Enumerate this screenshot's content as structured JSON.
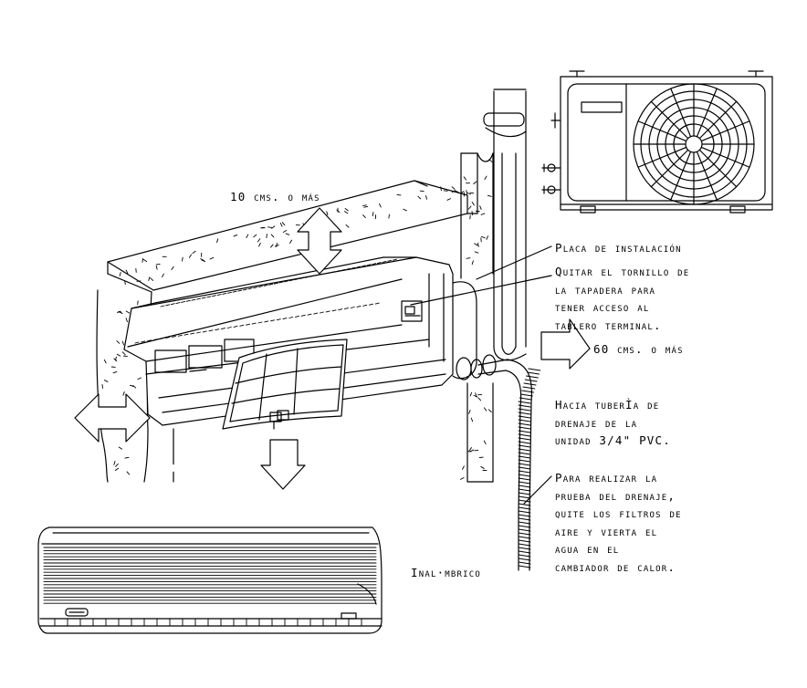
{
  "labels": {
    "clearance_top": "10 cms. o más",
    "mounting_plate": "Placa de instalación",
    "screw_note": [
      "Quitar el tornillo de",
      "la tapadera para",
      "tener acceso al",
      "tablero terminal."
    ],
    "clearance_side": "60 cms. o más",
    "drain_note": [
      "Hacia tuberÌa de",
      "drenaje de la",
      "unidad 3/4\" PVC."
    ],
    "test_note": [
      "Para realizar la",
      "prueba del drenaje,",
      "quite los filtros de",
      "aire y vierta el",
      "agua en el",
      "cambiador de calor."
    ],
    "wireless": "Inal·mbrico"
  },
  "colors": {
    "line": "#000000",
    "background": "#ffffff"
  }
}
